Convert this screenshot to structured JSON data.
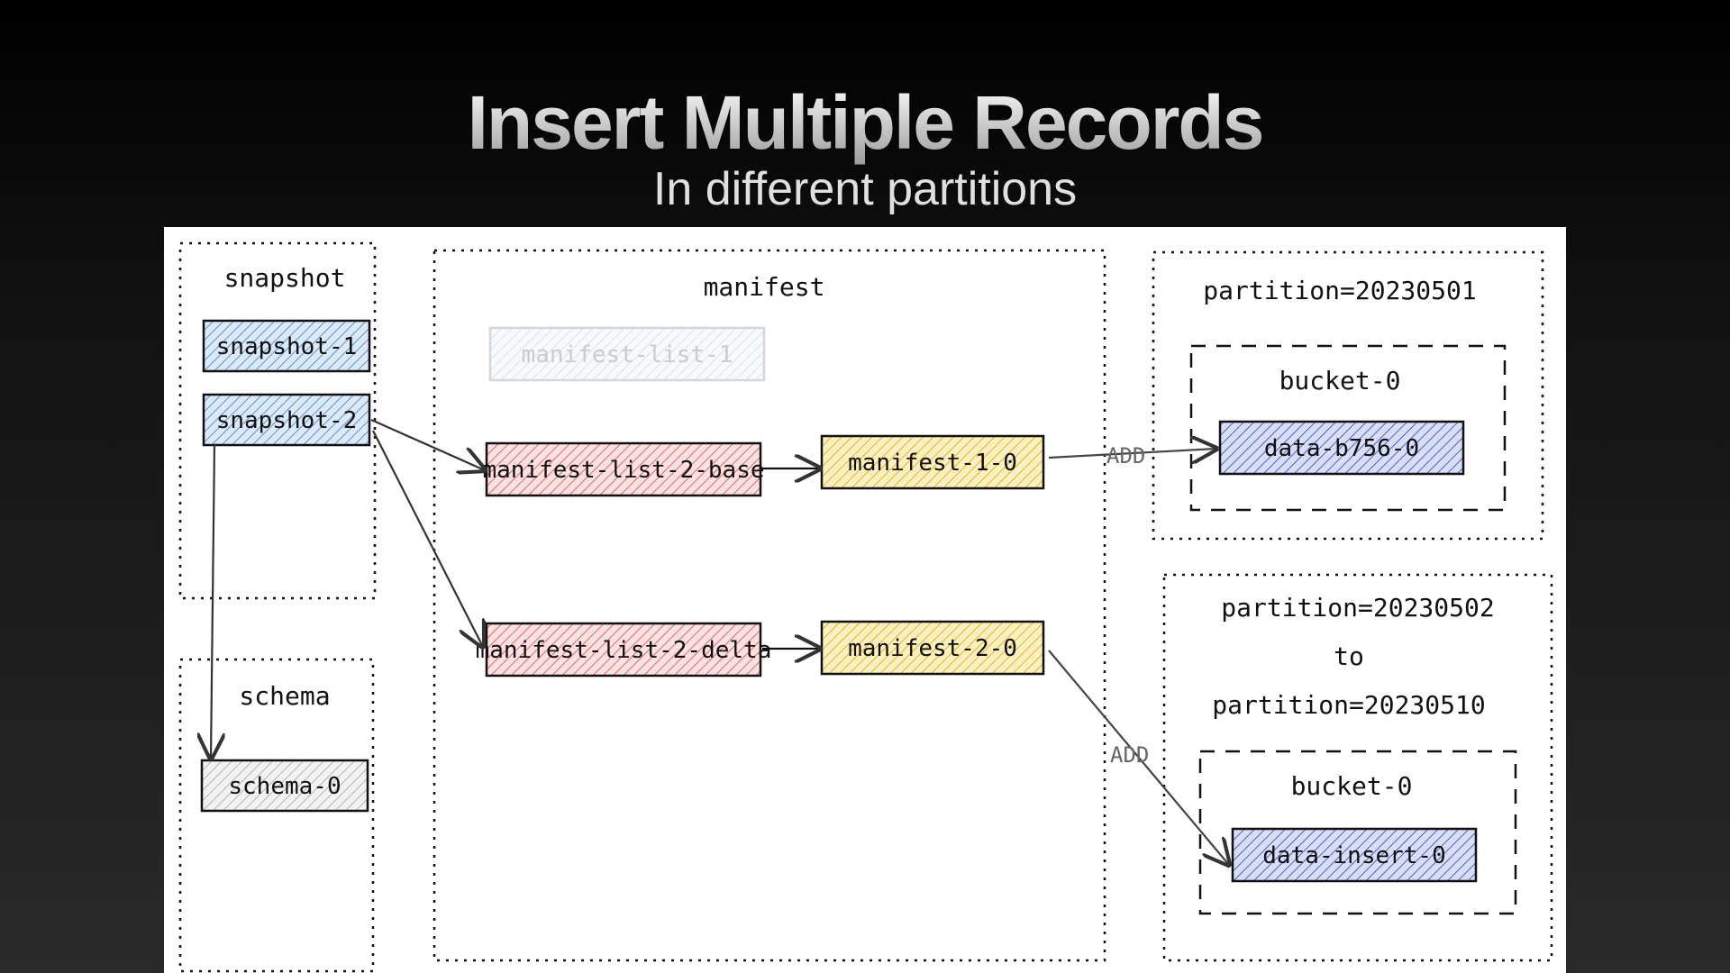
{
  "slide": {
    "title": "Insert Multiple Records",
    "subtitle": "In different partitions"
  },
  "groups": {
    "snapshot": "snapshot",
    "schema": "schema",
    "manifest": "manifest",
    "partition1": "partition=20230501",
    "partition2_from": "partition=20230502",
    "partition2_to": "to",
    "partition2_end": "partition=20230510",
    "bucket1": "bucket-0",
    "bucket2": "bucket-0"
  },
  "nodes": {
    "snapshot1": "snapshot-1",
    "snapshot2": "snapshot-2",
    "schema0": "schema-0",
    "manifest_list_1": "manifest-list-1",
    "manifest_list_2_base": "manifest-list-2-base",
    "manifest_list_2_delta": "manifest-list-2-delta",
    "manifest_1_0": "manifest-1-0",
    "manifest_2_0": "manifest-2-0",
    "data_b756_0": "data-b756-0",
    "data_insert_0": "data-insert-0"
  },
  "edges": {
    "add1": "ADD",
    "add2": "ADD"
  },
  "colors": {
    "blue_fill": "#a5c8ec",
    "red_fill": "#f2a7a7",
    "yellow_fill": "#f5d35c",
    "navy_fill": "#7b8fd8",
    "gray_fill": "#d9d9d9",
    "faded": "#cfd4da"
  }
}
